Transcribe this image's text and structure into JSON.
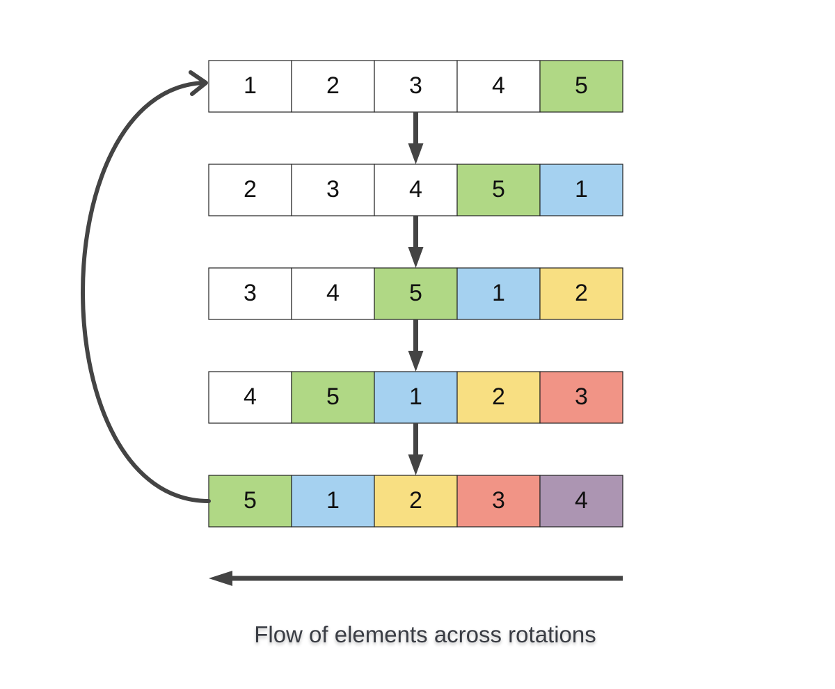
{
  "caption": "Flow of elements across rotations",
  "colors": {
    "default": "#ffffff",
    "green": "#b0d885",
    "blue": "#a5d1f0",
    "yellow": "#f8df82",
    "red": "#f19486",
    "purple": "#ac95b2",
    "border": "#222222",
    "arrow": "#444444"
  },
  "rows": [
    {
      "cells": [
        {
          "value": "1",
          "color": "default"
        },
        {
          "value": "2",
          "color": "default"
        },
        {
          "value": "3",
          "color": "default"
        },
        {
          "value": "4",
          "color": "default"
        },
        {
          "value": "5",
          "color": "green"
        }
      ]
    },
    {
      "cells": [
        {
          "value": "2",
          "color": "default"
        },
        {
          "value": "3",
          "color": "default"
        },
        {
          "value": "4",
          "color": "default"
        },
        {
          "value": "5",
          "color": "green"
        },
        {
          "value": "1",
          "color": "blue"
        }
      ]
    },
    {
      "cells": [
        {
          "value": "3",
          "color": "default"
        },
        {
          "value": "4",
          "color": "default"
        },
        {
          "value": "5",
          "color": "green"
        },
        {
          "value": "1",
          "color": "blue"
        },
        {
          "value": "2",
          "color": "yellow"
        }
      ]
    },
    {
      "cells": [
        {
          "value": "4",
          "color": "default"
        },
        {
          "value": "5",
          "color": "green"
        },
        {
          "value": "1",
          "color": "blue"
        },
        {
          "value": "2",
          "color": "yellow"
        },
        {
          "value": "3",
          "color": "red"
        }
      ]
    },
    {
      "cells": [
        {
          "value": "5",
          "color": "green"
        },
        {
          "value": "1",
          "color": "blue"
        },
        {
          "value": "2",
          "color": "yellow"
        },
        {
          "value": "3",
          "color": "red"
        },
        {
          "value": "4",
          "color": "purple"
        }
      ]
    }
  ]
}
